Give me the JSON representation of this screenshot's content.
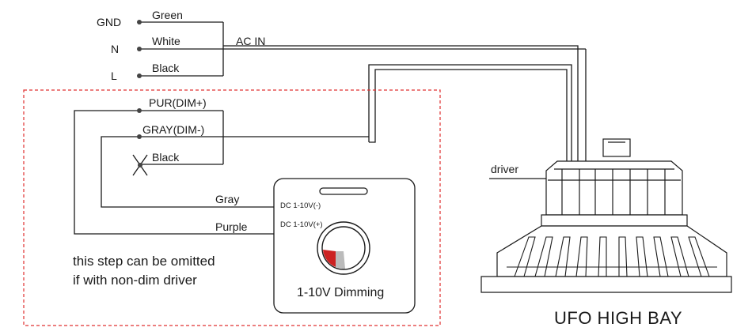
{
  "terminals": {
    "gnd": "GND",
    "n": "N",
    "l": "L"
  },
  "wires": {
    "green": "Green",
    "white": "White",
    "black": "Black",
    "ac_in": "AC IN",
    "pur_dim": "PUR(DIM+)",
    "gray_dim": "GRAY(DIM-)",
    "black_cut": "Black",
    "gray": "Gray",
    "purple": "Purple"
  },
  "dimmer": {
    "dc_minus": "DC 1-10V(-)",
    "dc_plus": "DC 1-10V(+)",
    "label": "1-10V Dimming"
  },
  "note": {
    "line1": "this step can be omitted",
    "line2": "if with non-dim driver"
  },
  "fixture": {
    "driver_label": "driver",
    "title": "UFO HIGH BAY"
  },
  "colors": {
    "line": "#1a1a1a",
    "dashed_box": "#e03030",
    "knob_indicator": "#cc2222",
    "knob_shadow": "#bbbbbb"
  }
}
